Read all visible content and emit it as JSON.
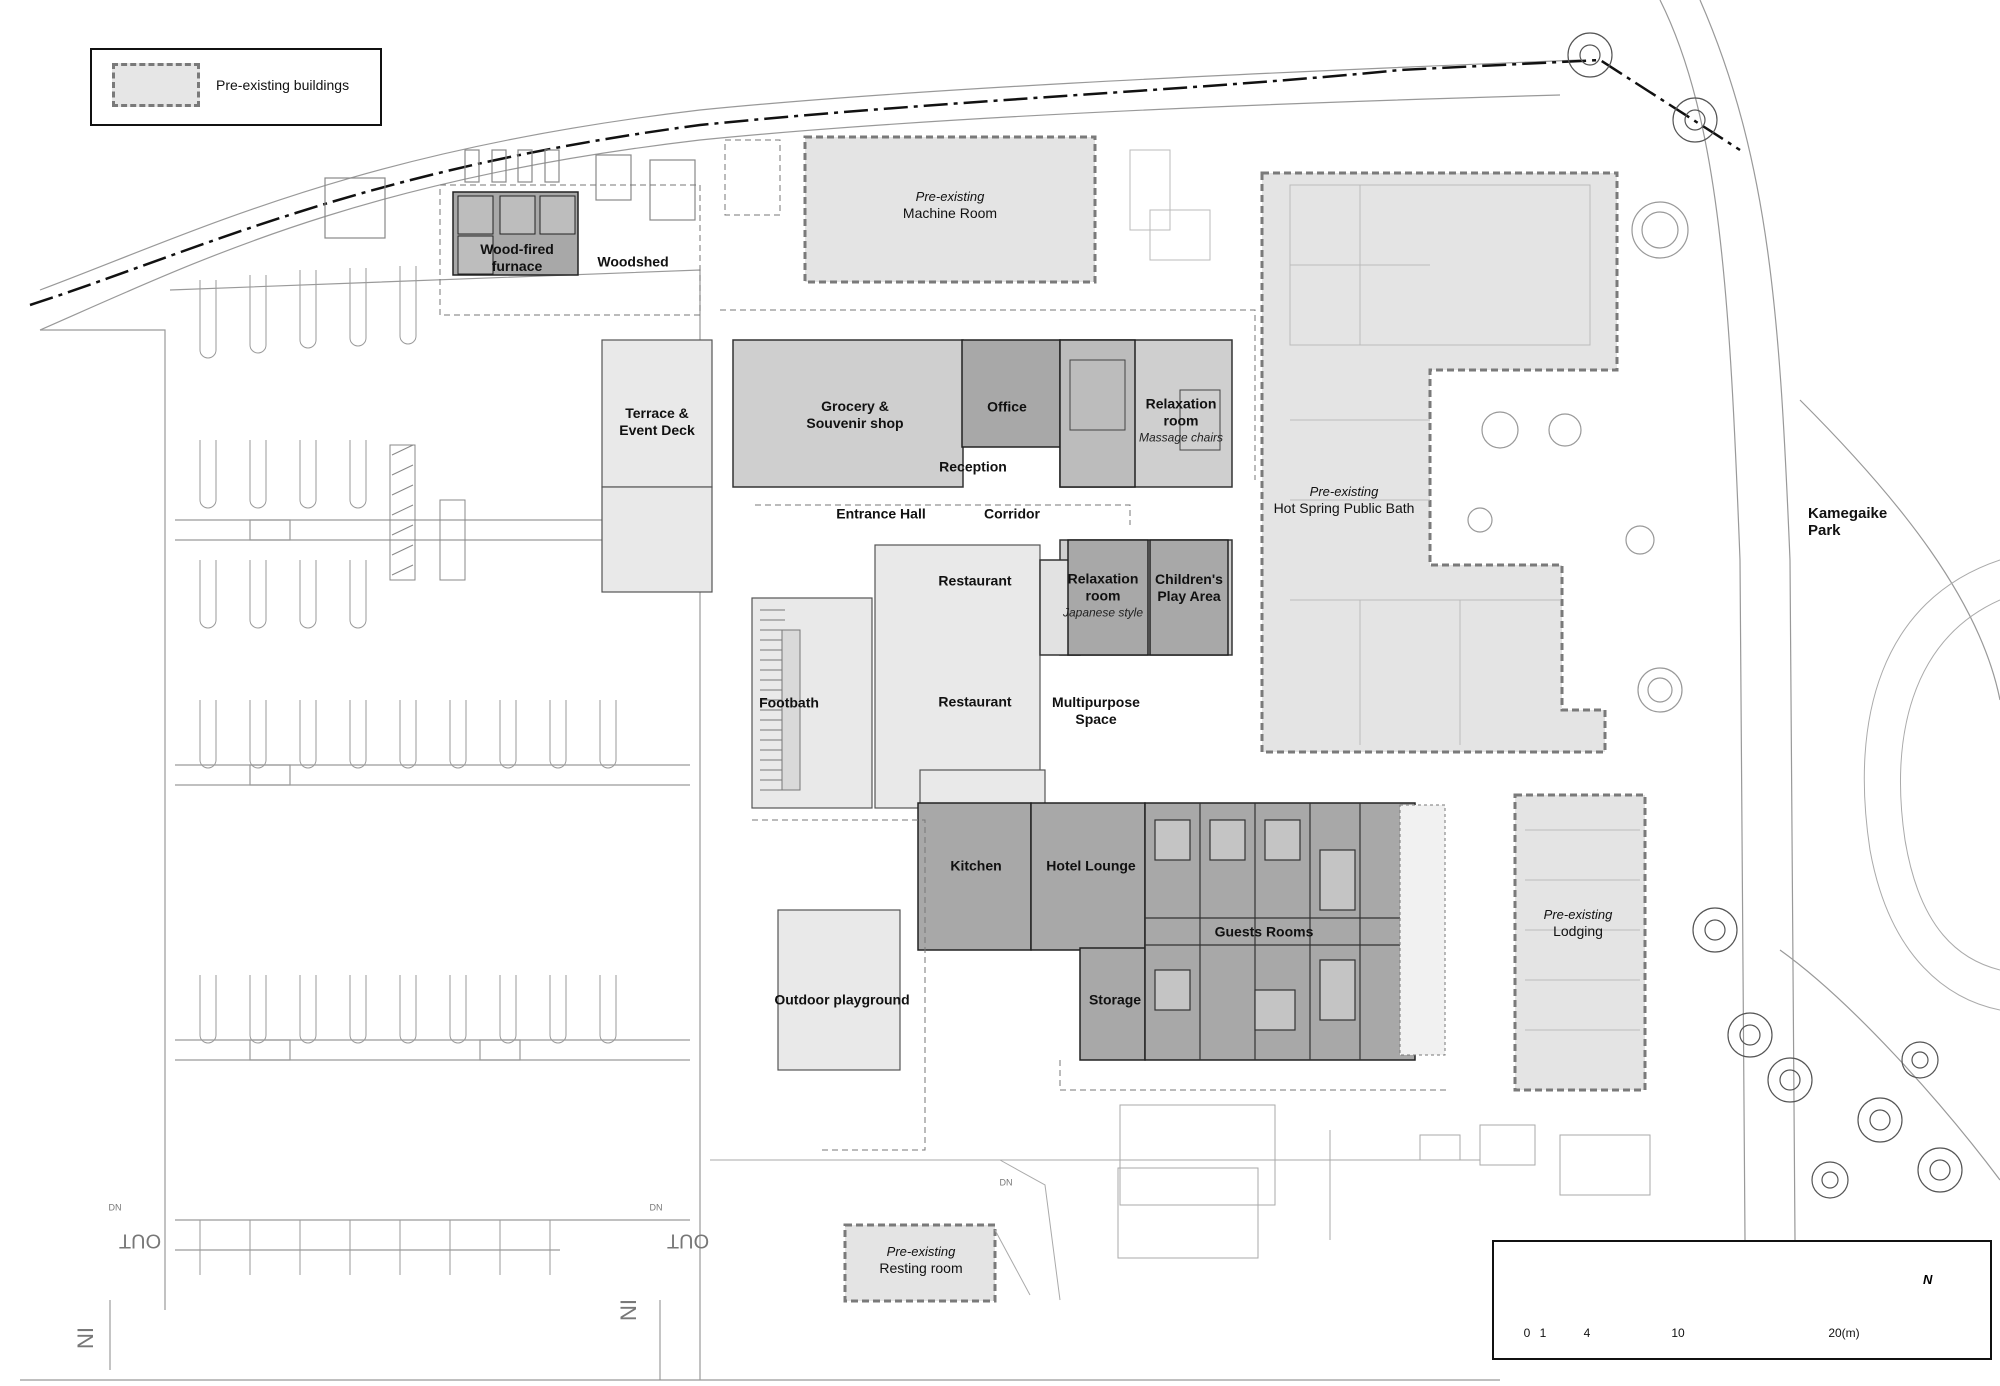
{
  "legend": {
    "label": "Pre-existing buildings"
  },
  "rooms": {
    "wood_fired_furnace": "Wood-fired furnace",
    "woodshed": "Woodshed",
    "terrace": "Terrace & Event Deck",
    "grocery": "Grocery & Souvenir shop",
    "office": "Office",
    "relaxation_room": "Relaxation room",
    "massage_chairs": "Massage chairs",
    "reception": "Reception",
    "entrance_hall": "Entrance Hall",
    "corridor": "Corridor",
    "restaurant_1": "Restaurant",
    "restaurant_2": "Restaurant",
    "relaxation_room_2": "Relaxation room",
    "japanese_style": "Japanese style",
    "childrens_play_area": "Children's Play Area",
    "footbath": "Footbath",
    "multipurpose_space": "Multipurpose Space",
    "kitchen": "Kitchen",
    "hotel_lounge": "Hotel Lounge",
    "guests_rooms": "Guests Rooms",
    "storage": "Storage",
    "outdoor_playground": "Outdoor playground",
    "kamegaike_park": "Kamegaike Park"
  },
  "pre_existing": {
    "tag": "Pre-existing",
    "machine_room": "Machine Room",
    "hot_spring": "Hot Spring Public Bath",
    "lodging": "Lodging",
    "resting_room": "Resting room"
  },
  "road_marks": {
    "out": "OUT",
    "in": "IN",
    "dn": "DN"
  },
  "scale": {
    "ticks": [
      "0",
      "1",
      "4",
      "10",
      "20(m)"
    ],
    "north": "N"
  },
  "colors": {
    "new_dark": "#a8a8a8",
    "new_mid": "#cfcfcf",
    "new_light": "#e9e9e9",
    "pre_existing": "#e4e4e4",
    "line": "#555555"
  }
}
